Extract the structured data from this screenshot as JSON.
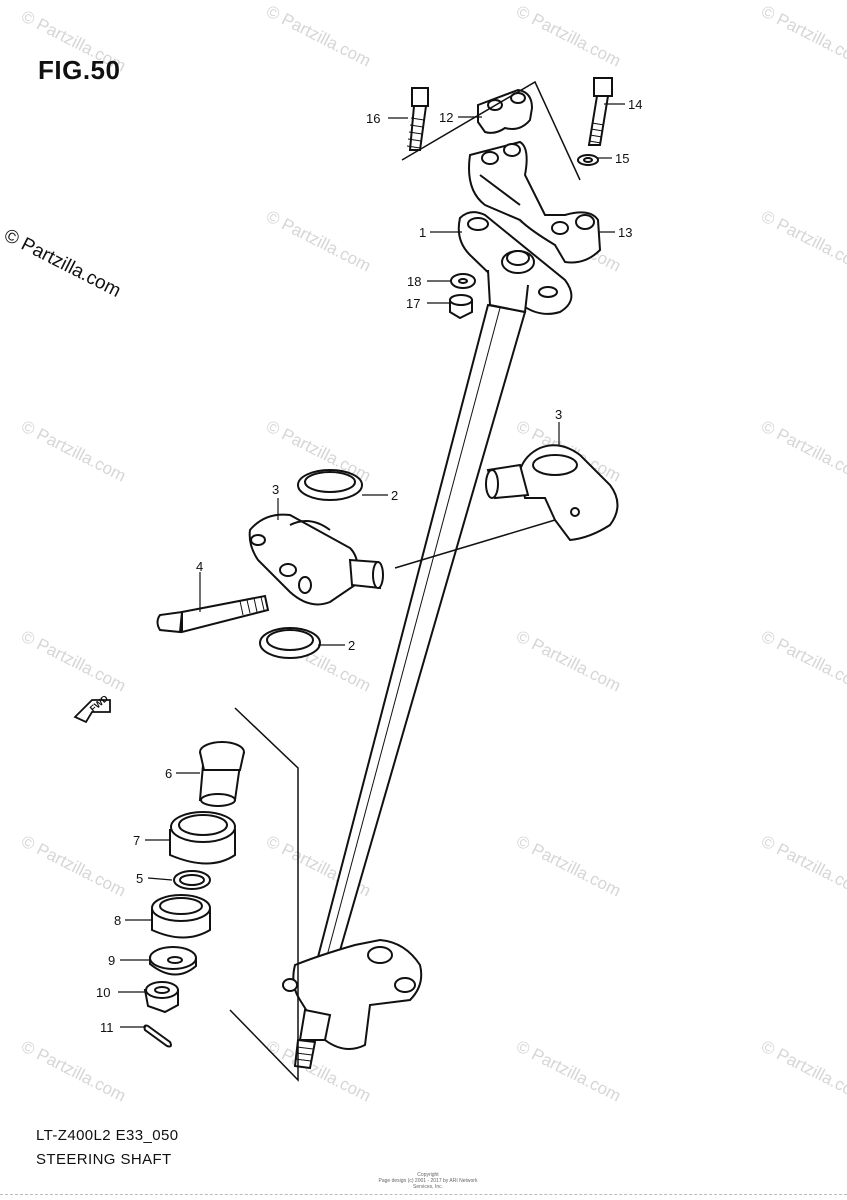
{
  "figure": {
    "title": "FIG.50",
    "side_copyright": "© Partzilla.com",
    "model_code": "LT-Z400L2 E33_050",
    "caption": "STEERING SHAFT",
    "copyright_line1": "Copyright",
    "copyright_line2": "Page design (c) 2001 - 2017 by ARI Network Services, Inc."
  },
  "watermark": {
    "text": "© Partzilla.com"
  },
  "fwd_label": "FWD",
  "callouts": [
    "1",
    "2",
    "2",
    "3",
    "3",
    "4",
    "5",
    "6",
    "7",
    "8",
    "9",
    "10",
    "11",
    "12",
    "13",
    "14",
    "15",
    "16",
    "17",
    "18"
  ]
}
